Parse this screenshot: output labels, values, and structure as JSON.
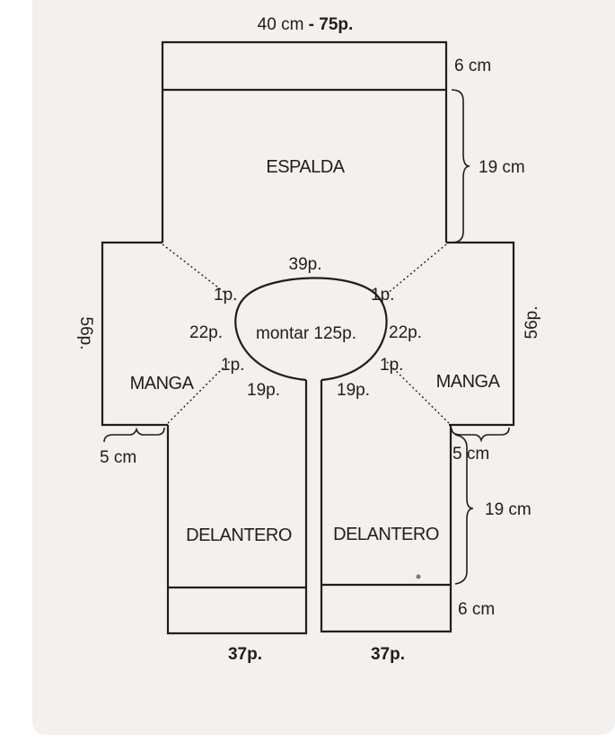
{
  "top_width": {
    "cm": "40 cm",
    "dash": " - ",
    "stitches": "75p."
  },
  "espalda": {
    "label": "ESPALDA",
    "rib_height": "6 cm",
    "body_height": "19 cm"
  },
  "neck": {
    "top_stitches": "39p.",
    "cast_on": "montar 125p.",
    "left_side": "22p.",
    "right_side": "22p.",
    "raglan_top_left": "1p.",
    "raglan_top_right": "1p.",
    "raglan_bottom_left": "1p.",
    "raglan_bottom_right": "1p.",
    "front_left": "19p.",
    "front_right": "19p."
  },
  "manga_left": {
    "label": "MANGA",
    "height": "56p.",
    "cuff": "5 cm"
  },
  "manga_right": {
    "label": "MANGA",
    "height": "56p.",
    "cuff": "5 cm"
  },
  "delantero_left": {
    "label": "DELANTERO",
    "bottom_stitches": "37p."
  },
  "delantero_right": {
    "label": "DELANTERO",
    "bottom_stitches": "37p.",
    "body_height": "19 cm",
    "rib_height": "6 cm"
  },
  "colors": {
    "ink": "#1e1e1e",
    "paper": "#f3f0ee"
  }
}
